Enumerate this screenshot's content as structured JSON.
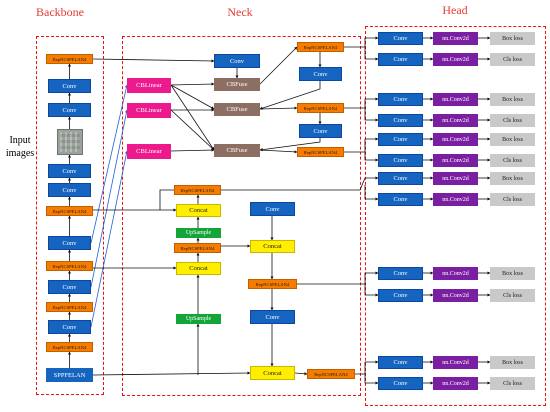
{
  "titles": {
    "backbone": "Backbone",
    "neck": "Neck",
    "head": "Head"
  },
  "input_label": "Input\nimages",
  "labels": {
    "conv": "Conv",
    "rep": "RepNCSPELAN4",
    "cblinear": "CBLinear",
    "cbfuse": "CBFuse",
    "concat": "Concat",
    "upsample": "UpSample",
    "sppf": "SPPFELAN",
    "nnconv": "nn.Conv2d",
    "box_loss": "Box loss",
    "cls_loss": "Cls loss"
  },
  "colors": {
    "conv": "#1565c0",
    "rep": "#f57c00",
    "cblinear": "#ec1a8c",
    "cbfuse": "#8d6e63",
    "concat": "#ffee00",
    "upsample": "#13a538",
    "nnconv": "#7b1fa2",
    "loss": "#c9c9c9",
    "region_border": "#e11",
    "title": "#e53935"
  }
}
